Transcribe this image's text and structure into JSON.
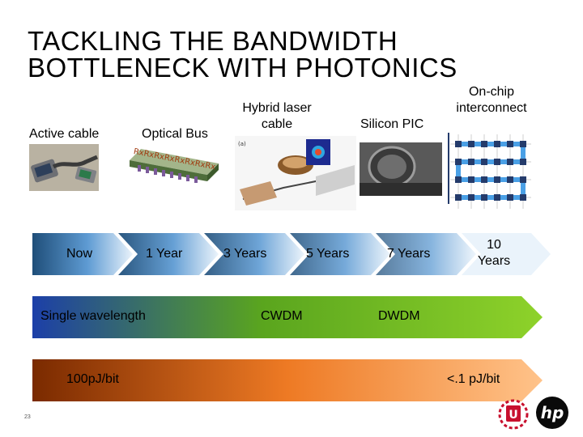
{
  "slide": {
    "title_line1": "TACKLING THE BANDWIDTH",
    "title_line2": "BOTTLENECK WITH PHOTONICS",
    "page_number": "23"
  },
  "technologies": [
    {
      "label": "Active cable"
    },
    {
      "label": "Optical Bus"
    },
    {
      "label": "Hybrid laser cable"
    },
    {
      "label": "Silicon PIC"
    },
    {
      "label": "On-chip interconnect"
    }
  ],
  "optical_bus_overlay": "RxRxRxRxRxRxRxRx",
  "timeline": [
    {
      "label": "Now"
    },
    {
      "label": "1 Year"
    },
    {
      "label": "3 Years"
    },
    {
      "label": "5 Years"
    },
    {
      "label": "7 Years"
    },
    {
      "label": "10 Years"
    }
  ],
  "wavelength_band": {
    "left": "Single wavelength",
    "middle": "CWDM",
    "right": "DWDM"
  },
  "energy_band": {
    "left": "100pJ/bit",
    "right": "<.1 pJ/bit"
  },
  "logos": {
    "university": "U",
    "company": "hp"
  },
  "colors": {
    "timeline_dark": "#1f4e79",
    "timeline_light": "#eaf3fb",
    "wavelength_start": "#1c3fa8",
    "wavelength_end": "#8ed22a",
    "energy_start": "#7a2a00",
    "energy_end": "#ffc38a"
  }
}
